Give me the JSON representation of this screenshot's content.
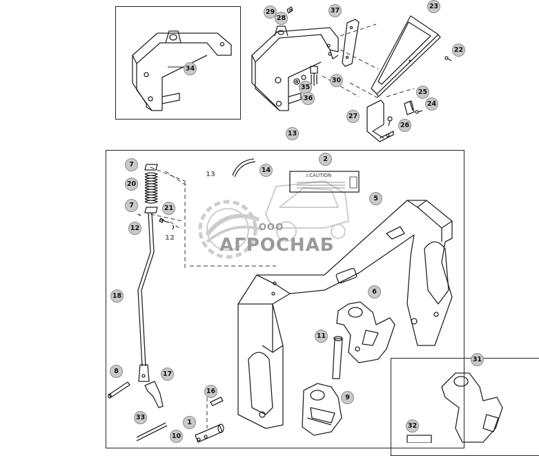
{
  "callouts": {
    "c1": "1",
    "c2": "2",
    "c5": "5",
    "c6": "6",
    "c7a": "7",
    "c7b": "7",
    "c8": "8",
    "c9": "9",
    "c10": "10",
    "c11": "11",
    "c12": "12",
    "c13": "13",
    "c14": "14",
    "c16": "16",
    "c17": "17",
    "c18": "18",
    "c20": "20",
    "c21": "21",
    "c22": "22",
    "c23": "23",
    "c24": "24",
    "c25": "25",
    "c26": "26",
    "c27": "27",
    "c28": "28",
    "c29": "29",
    "c30": "30",
    "c31": "31",
    "c32": "32",
    "c33": "33",
    "c34": "34",
    "c35": "35",
    "c36": "36",
    "c37": "37"
  },
  "ghost_labels": {
    "g12": "12",
    "g13": "13"
  },
  "decal_text": "⚠CAUTION",
  "watermark": {
    "company_prefix": "ООО",
    "company_name": "АГРОСНАБ"
  }
}
